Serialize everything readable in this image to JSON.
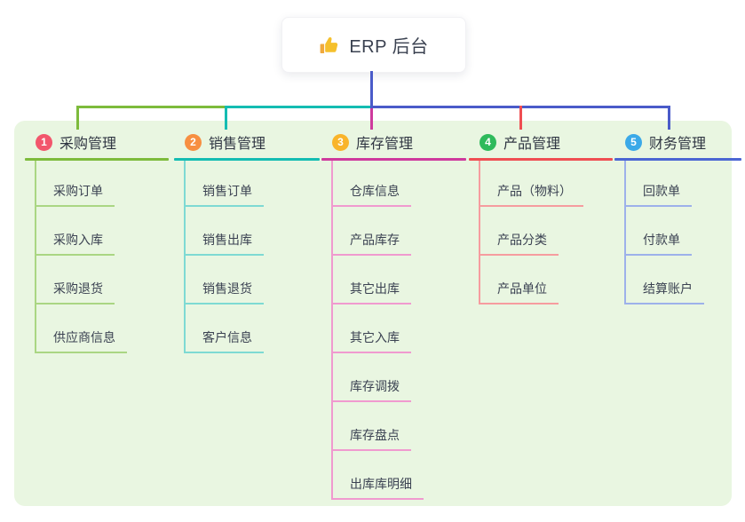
{
  "root": {
    "label": "ERP 后台",
    "icon": "thumbs-up-icon",
    "icon_color": "#f5c02c"
  },
  "panel_color": "#e9f6e1",
  "connectors": {
    "root_line_color": "#4a5bc9"
  },
  "branches": [
    {
      "num": "1",
      "label": "采购管理",
      "badge_color": "#f2566c",
      "line_color": "#7dbb3c",
      "light_color": "#aad683",
      "children": [
        "采购订单",
        "采购入库",
        "采购退货",
        "供应商信息"
      ]
    },
    {
      "num": "2",
      "label": "销售管理",
      "badge_color": "#f78f41",
      "line_color": "#14bcb2",
      "light_color": "#7edad3",
      "children": [
        "销售订单",
        "销售出库",
        "销售退货",
        "客户信息"
      ]
    },
    {
      "num": "3",
      "label": "库存管理",
      "badge_color": "#f9b42a",
      "line_color": "#ce3a9d",
      "light_color": "#f09acf",
      "children": [
        "仓库信息",
        "产品库存",
        "其它出库",
        "其它入库",
        "库存调拨",
        "库存盘点",
        "出库库明细"
      ]
    },
    {
      "num": "4",
      "label": "产品管理",
      "badge_color": "#2eba5b",
      "line_color": "#ef4e52",
      "light_color": "#f69c9f",
      "children": [
        "产品（物料）",
        "产品分类",
        "产品单位"
      ]
    },
    {
      "num": "5",
      "label": "财务管理",
      "badge_color": "#3ba9e8",
      "line_color": "#4b66d3",
      "light_color": "#9db1ea",
      "children": [
        "回款单",
        "付款单",
        "结算账户"
      ]
    }
  ]
}
